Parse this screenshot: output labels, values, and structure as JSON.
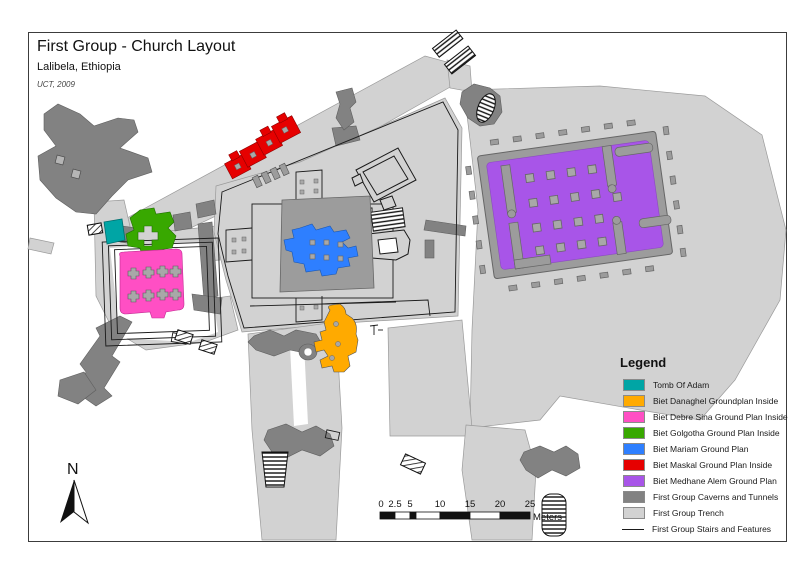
{
  "header": {
    "title": "First Group - Church Layout",
    "subtitle": "Lalibela, Ethiopia",
    "credit": "UCT, 2009"
  },
  "north_arrow": {
    "label": "N"
  },
  "scale_bar": {
    "ticks": [
      "0",
      "2.5",
      "5",
      "10",
      "15",
      "20",
      "25"
    ],
    "unit": "Meters"
  },
  "legend": {
    "title": "Legend",
    "items": [
      {
        "label": "Tomb Of Adam",
        "color": "#00A5A5",
        "type": "swatch"
      },
      {
        "label": "Biet Danaghel Groundplan Inside",
        "color": "#FFAA00",
        "type": "swatch"
      },
      {
        "label": "Biet Debre Sina Ground Plan Inside",
        "color": "#FF4FC4",
        "type": "swatch"
      },
      {
        "label": "Biet Golgotha Ground Plan Inside",
        "color": "#38A800",
        "type": "swatch"
      },
      {
        "label": "Biet Mariam Ground Plan",
        "color": "#2E7FFF",
        "type": "swatch"
      },
      {
        "label": "Biet Maskal Ground Plan Inside",
        "color": "#E60000",
        "type": "swatch"
      },
      {
        "label": "Biet Medhane Alem Ground Plan",
        "color": "#A855E8",
        "type": "swatch"
      },
      {
        "label": "First Group Caverns and Tunnels",
        "color": "#828282",
        "type": "swatch"
      },
      {
        "label": "First Group Trench",
        "color": "#D2D2D2",
        "type": "swatch"
      },
      {
        "label": "First Group Stairs and Features",
        "color": "#1A1A1A",
        "type": "line"
      }
    ]
  },
  "map": {
    "colors": {
      "trench": "#D2D2D2",
      "caverns": "#828282",
      "church_block": "#9C9C9C",
      "column": "#A8A8A8",
      "outline": "#1A1A1A",
      "tomb_of_adam": "#00A5A5",
      "danaghel": "#FFAA00",
      "debre_sina": "#FF4FC4",
      "golgotha": "#38A800",
      "mariam": "#2E7FFF",
      "maskal": "#E60000",
      "medhane_alem": "#A855E8"
    }
  }
}
